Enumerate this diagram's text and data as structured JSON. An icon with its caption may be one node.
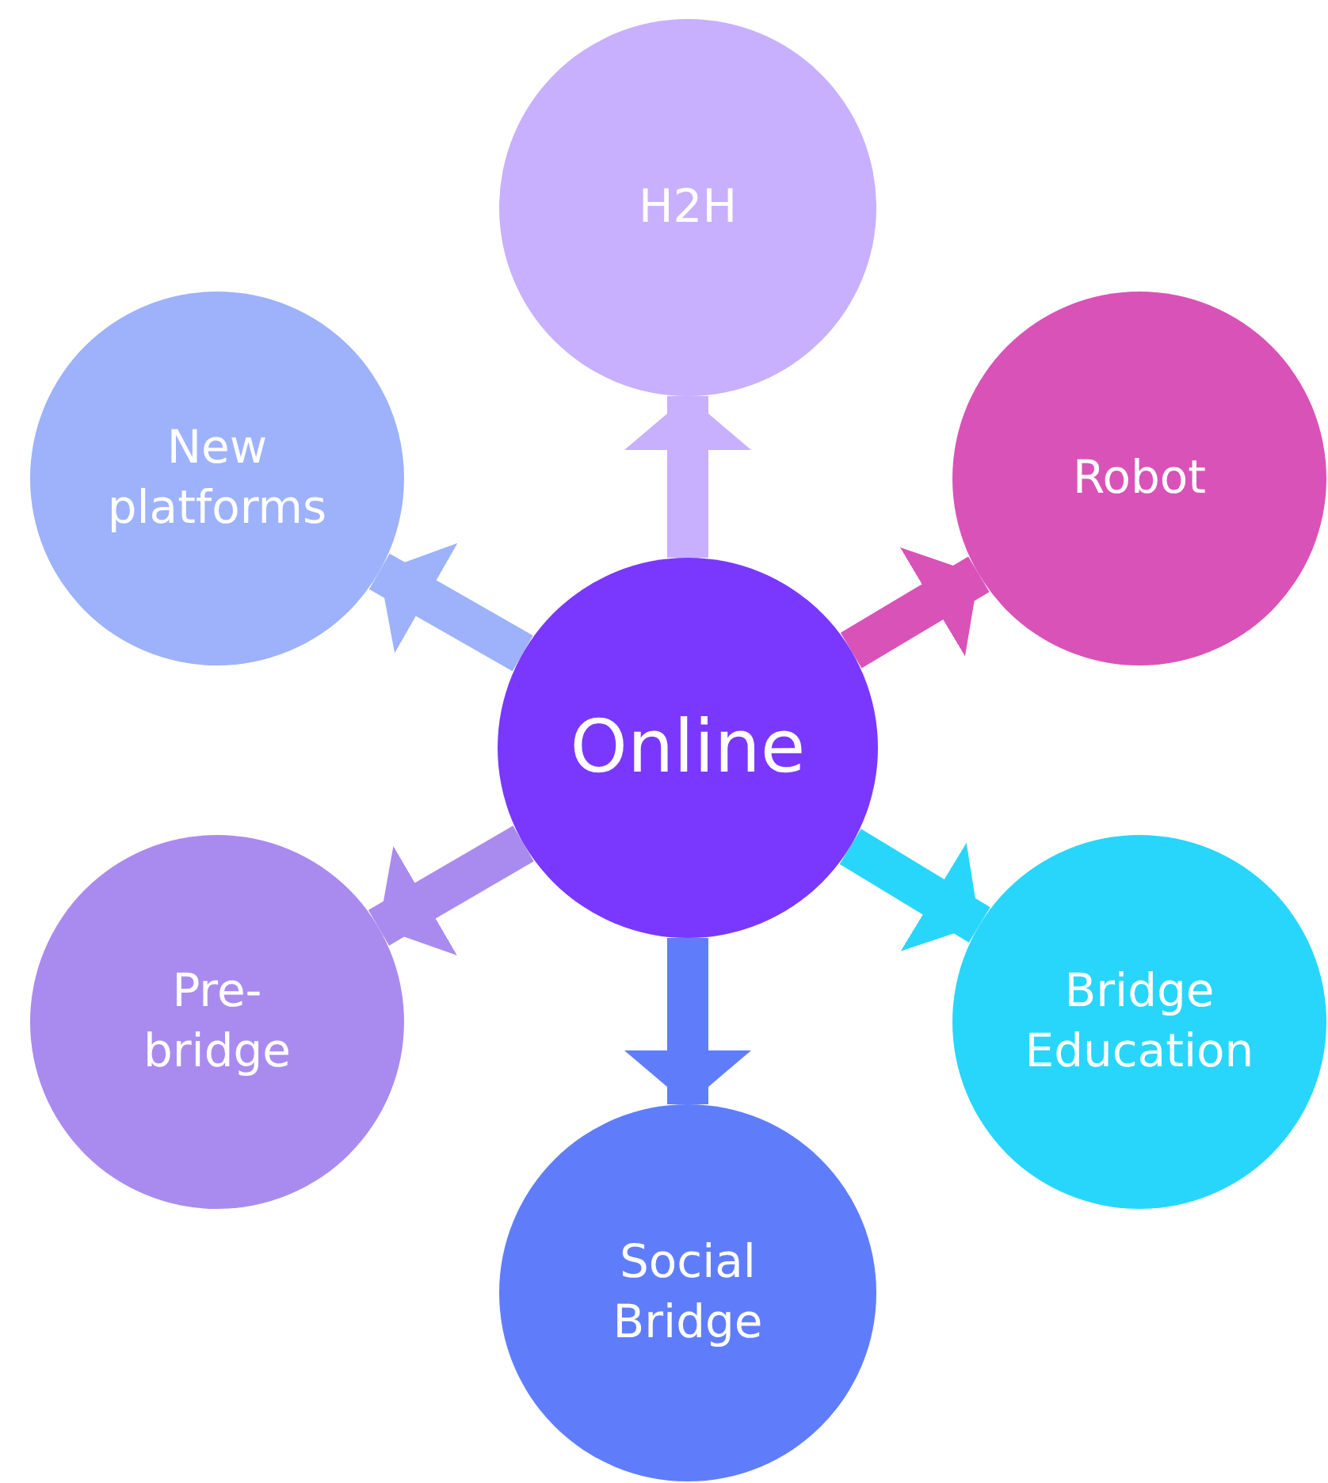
{
  "diagram": {
    "nodes": [
      {
        "text": [
          "Online"
        ]
      },
      {
        "text": [
          "H2H"
        ]
      },
      {
        "text": [
          "Robot"
        ]
      },
      {
        "text": [
          "Bridge Education"
        ]
      },
      {
        "text": [
          "Social Bridge"
        ]
      },
      {
        "text": [
          "Pre- bridge"
        ]
      },
      {
        "text": [
          "New platforms"
        ]
      }
    ],
    "edges": [
      {
        "from": 0,
        "to": 1,
        "arrow": "to",
        "color": "#c8b0ff"
      },
      {
        "from": 0,
        "to": 2,
        "arrow": "to",
        "color": "#d952b8"
      },
      {
        "from": 0,
        "to": 3,
        "arrow": "to",
        "color": "#28d6fc"
      },
      {
        "from": 0,
        "to": 4,
        "arrow": "to",
        "color": "#5f7dfb"
      },
      {
        "from": 0,
        "to": 5,
        "arrow": "to",
        "color": "#a98bef"
      },
      {
        "from": 0,
        "to": 6,
        "arrow": "to",
        "color": "#9db2fb"
      }
    ]
  }
}
